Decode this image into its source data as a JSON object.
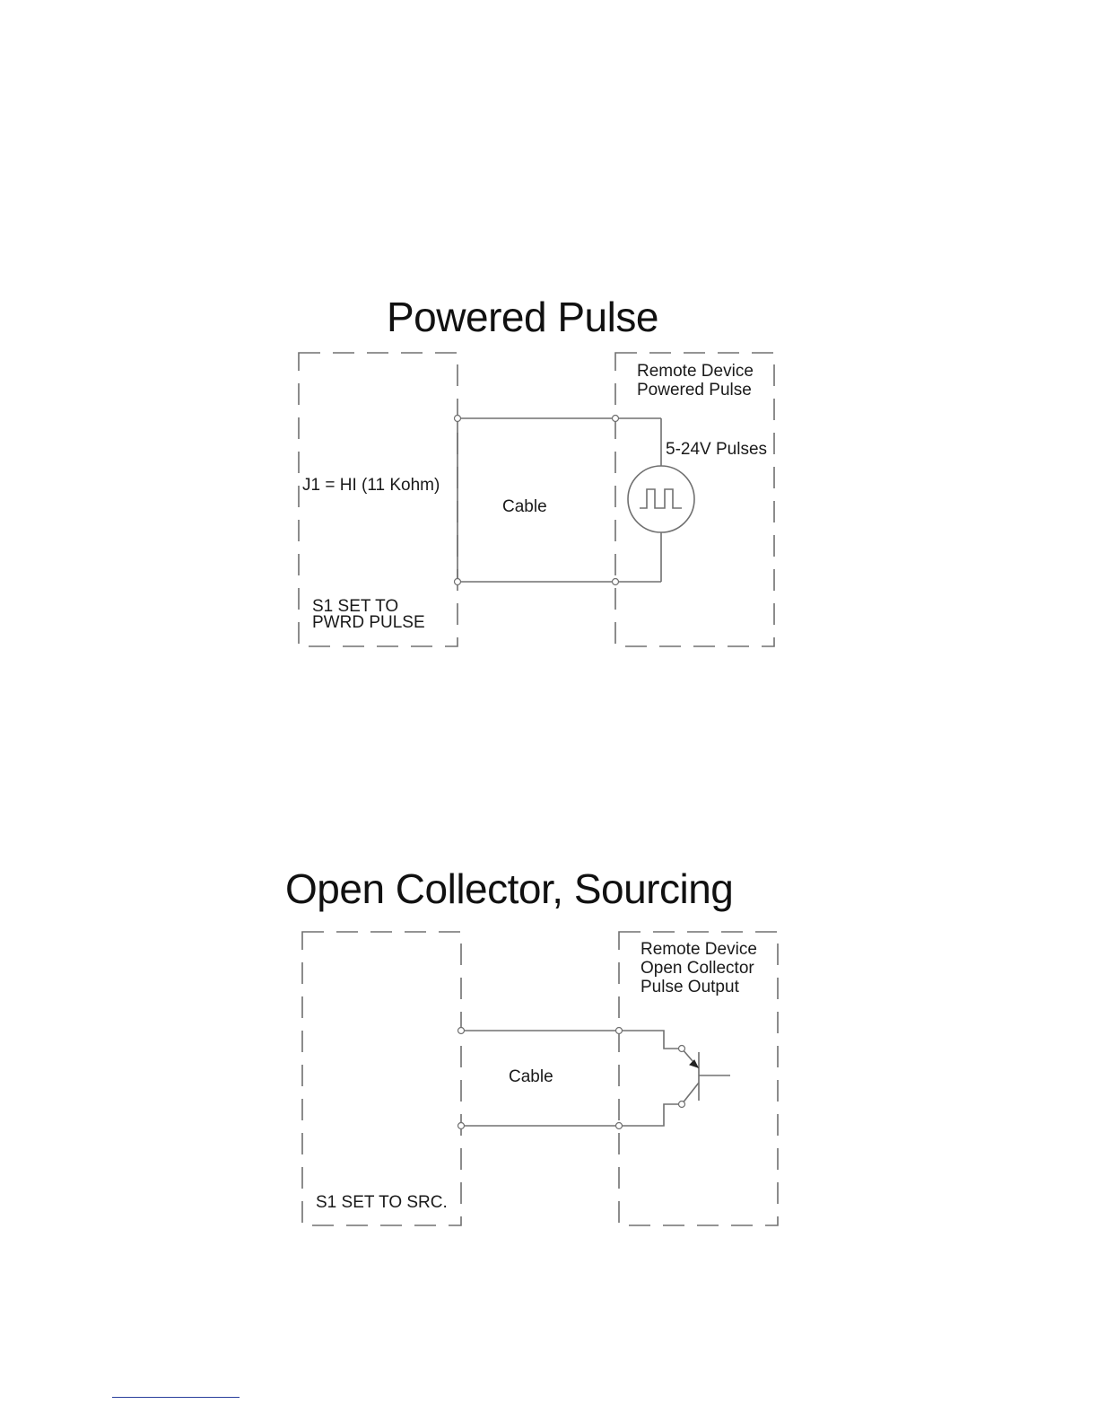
{
  "diagrams": [
    {
      "title": "Powered Pulse",
      "left_box_labels": {
        "jumper": "J1 = HI (11 Kohm)",
        "switch": "S1 SET TO\nPWRD PULSE"
      },
      "cable_label": "Cable",
      "remote_box_label": "Remote Device\nPowered Pulse",
      "source_label": "5-24V Pulses",
      "source_icon": "pulse-source-icon"
    },
    {
      "title": "Open Collector, Sourcing",
      "left_box_labels": {
        "switch": "S1 SET TO SRC."
      },
      "cable_label": "Cable",
      "remote_box_label": "Remote Device\nOpen Collector\nPulse Output",
      "transistor_icon": "npn-transistor-icon"
    }
  ],
  "colors": {
    "line": "#707070",
    "text": "#1a1a1a",
    "footer_rule": "#2a3f9b"
  }
}
